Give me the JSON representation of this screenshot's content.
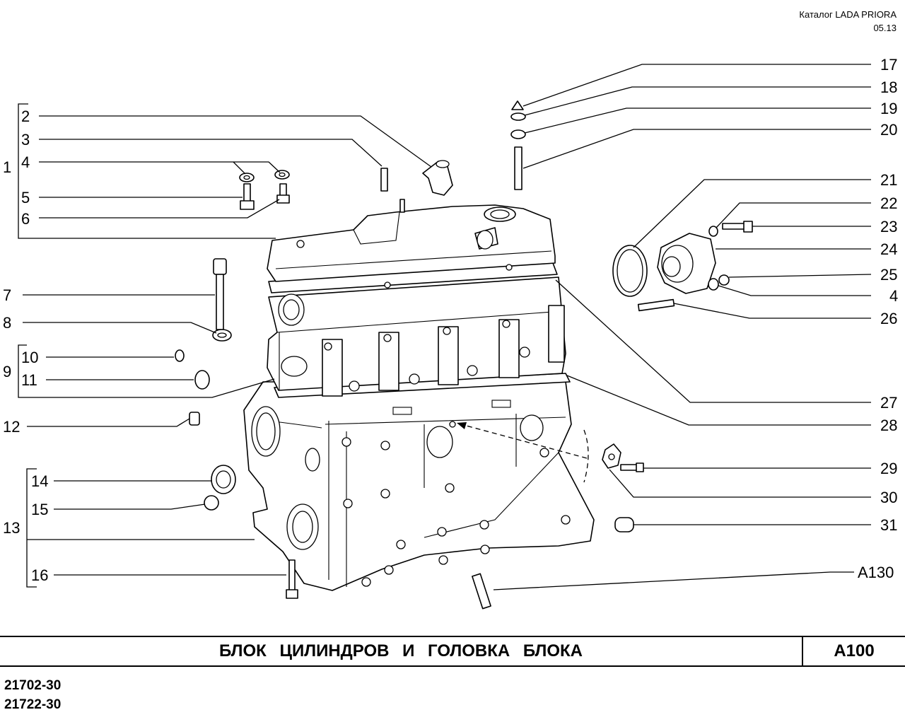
{
  "header": {
    "catalog": "Каталог  LADA  PRIORA",
    "date": "05.13"
  },
  "callouts": {
    "c1": "1",
    "c2": "2",
    "c3": "3",
    "c4a": "4",
    "c5": "5",
    "c6": "6",
    "c7": "7",
    "c8": "8",
    "c9": "9",
    "c10": "10",
    "c11": "11",
    "c12": "12",
    "c13": "13",
    "c14": "14",
    "c15": "15",
    "c16": "16",
    "c17": "17",
    "c18": "18",
    "c19": "19",
    "c20": "20",
    "c21": "21",
    "c22": "22",
    "c23": "23",
    "c24": "24",
    "c25": "25",
    "c4b": "4",
    "c26": "26",
    "c27": "27",
    "c28": "28",
    "c29": "29",
    "c30": "30",
    "c31": "31",
    "a130": "A130"
  },
  "title_bar": {
    "title": "БЛОК  ЦИЛИНДРОВ  И  ГОЛОВКА  БЛОКА",
    "code": "A100"
  },
  "models": [
    "21702-30",
    "21722-30"
  ]
}
